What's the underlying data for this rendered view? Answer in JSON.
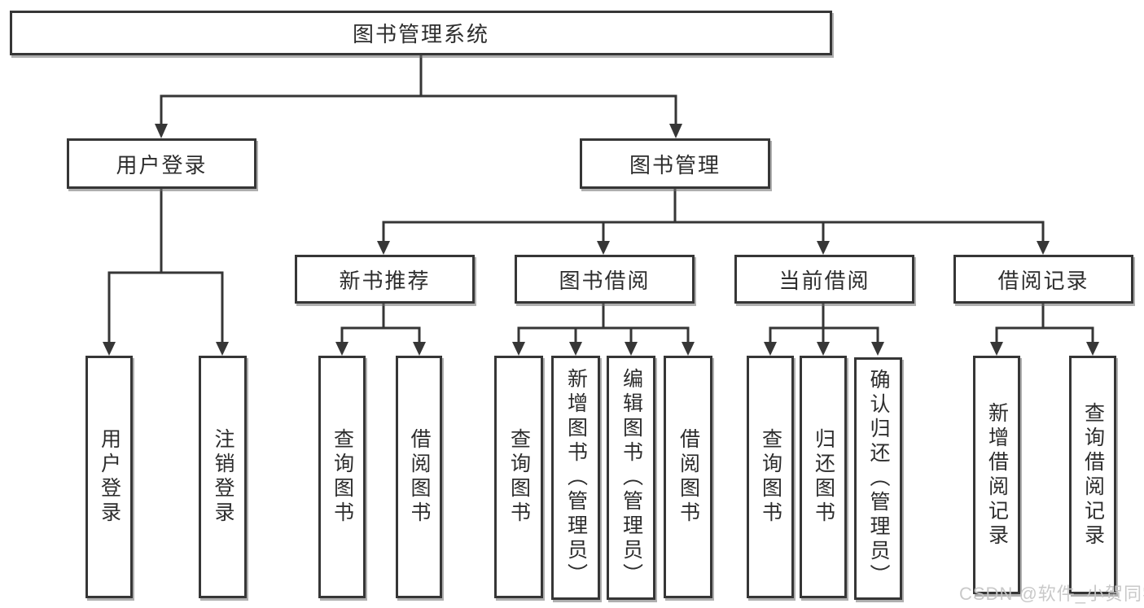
{
  "colors": {
    "background": "#ffffff",
    "line": "#363636",
    "box_border": "#363636",
    "box_fill": "#ffffff",
    "text": "#2d2d2d",
    "watermark": "#c6c6c6"
  },
  "diagram_type": "hierarchy-tree",
  "tree": {
    "root": {
      "label": "图书管理系统"
    },
    "branches": [
      {
        "label": "用户登录",
        "children": [
          {
            "label": "用户登录"
          },
          {
            "label": "注销登录"
          }
        ]
      },
      {
        "label": "图书管理",
        "children": [
          {
            "label": "新书推荐",
            "children": [
              {
                "label": "查询图书"
              },
              {
                "label": "借阅图书"
              }
            ]
          },
          {
            "label": "图书借阅",
            "children": [
              {
                "label": "查询图书"
              },
              {
                "label": "新增图书（管理员）"
              },
              {
                "label": "编辑图书（管理员）"
              },
              {
                "label": "借阅图书"
              }
            ]
          },
          {
            "label": "当前借阅",
            "children": [
              {
                "label": "查询图书"
              },
              {
                "label": "归还图书"
              },
              {
                "label": "确认归还（管理员）"
              }
            ]
          },
          {
            "label": "借阅记录",
            "children": [
              {
                "label": "新增借阅记录"
              },
              {
                "label": "查询借阅记录"
              }
            ]
          }
        ]
      }
    ]
  },
  "watermark": {
    "text": "CSDN @软件_小贺同学"
  }
}
